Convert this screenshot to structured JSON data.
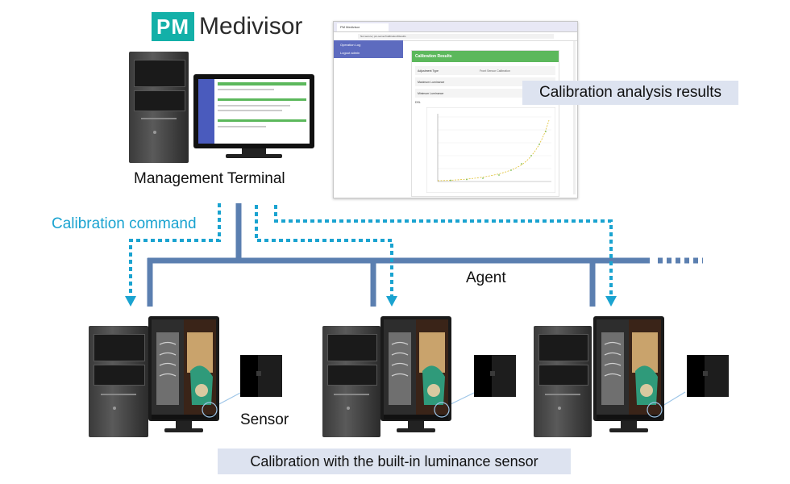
{
  "logo": {
    "mark": "PM",
    "word": "Medivisor"
  },
  "labels": {
    "management_terminal": "Management Terminal",
    "calibration_command": "Calibration command",
    "agent": "Agent",
    "sensor": "Sensor",
    "calibration_results": "Calibration analysis results",
    "builtin_sensor": "Calibration with the built-in luminance sensor"
  },
  "browser": {
    "tab_title": "PM Medivisor",
    "url": "Not secure | pm-server/Calibration/Results",
    "sidebar_items": [
      "Operation Log",
      "Logout admin"
    ],
    "card_title": "Calibration Results",
    "rows": [
      {
        "key": "Adjustment Type",
        "value": "Front Sensor Calibration"
      },
      {
        "key": "Maximum Luminance",
        "value": ""
      },
      {
        "key": "Minimum Luminance",
        "value": ""
      }
    ],
    "chart_section_label": "DSL"
  },
  "colors": {
    "accent_teal": "#13b0a8",
    "line_blue": "#5b7fb0",
    "command_blue": "#1aa3d0",
    "label_bg": "#dde3f0",
    "card_green": "#5cb85c",
    "sidebar_blue": "#5d6bbf"
  }
}
